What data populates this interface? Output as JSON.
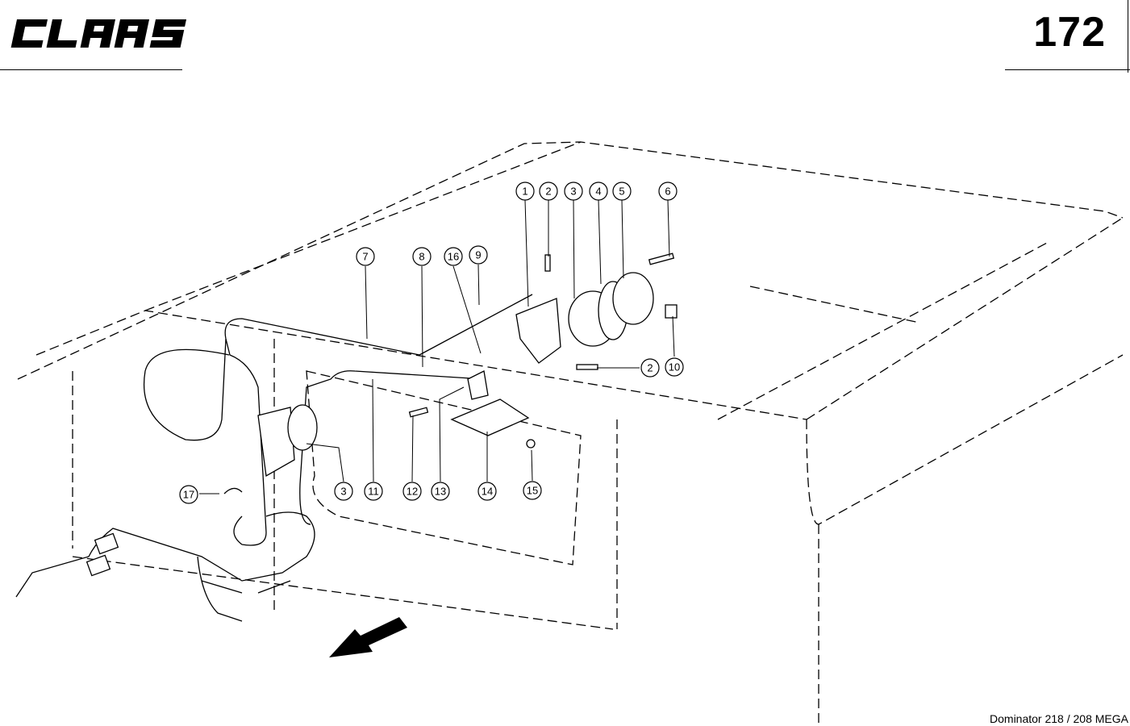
{
  "header": {
    "brand": "CLAAS",
    "page_number": "172"
  },
  "footer": {
    "model": "Dominator 218 / 208 MEGA"
  },
  "callouts": [
    "1",
    "2",
    "3",
    "4",
    "5",
    "6",
    "7",
    "8",
    "16",
    "9",
    "2",
    "10",
    "3",
    "11",
    "12",
    "13",
    "14",
    "15",
    "17"
  ],
  "colors": {
    "ink": "#000000",
    "paper": "#ffffff"
  }
}
